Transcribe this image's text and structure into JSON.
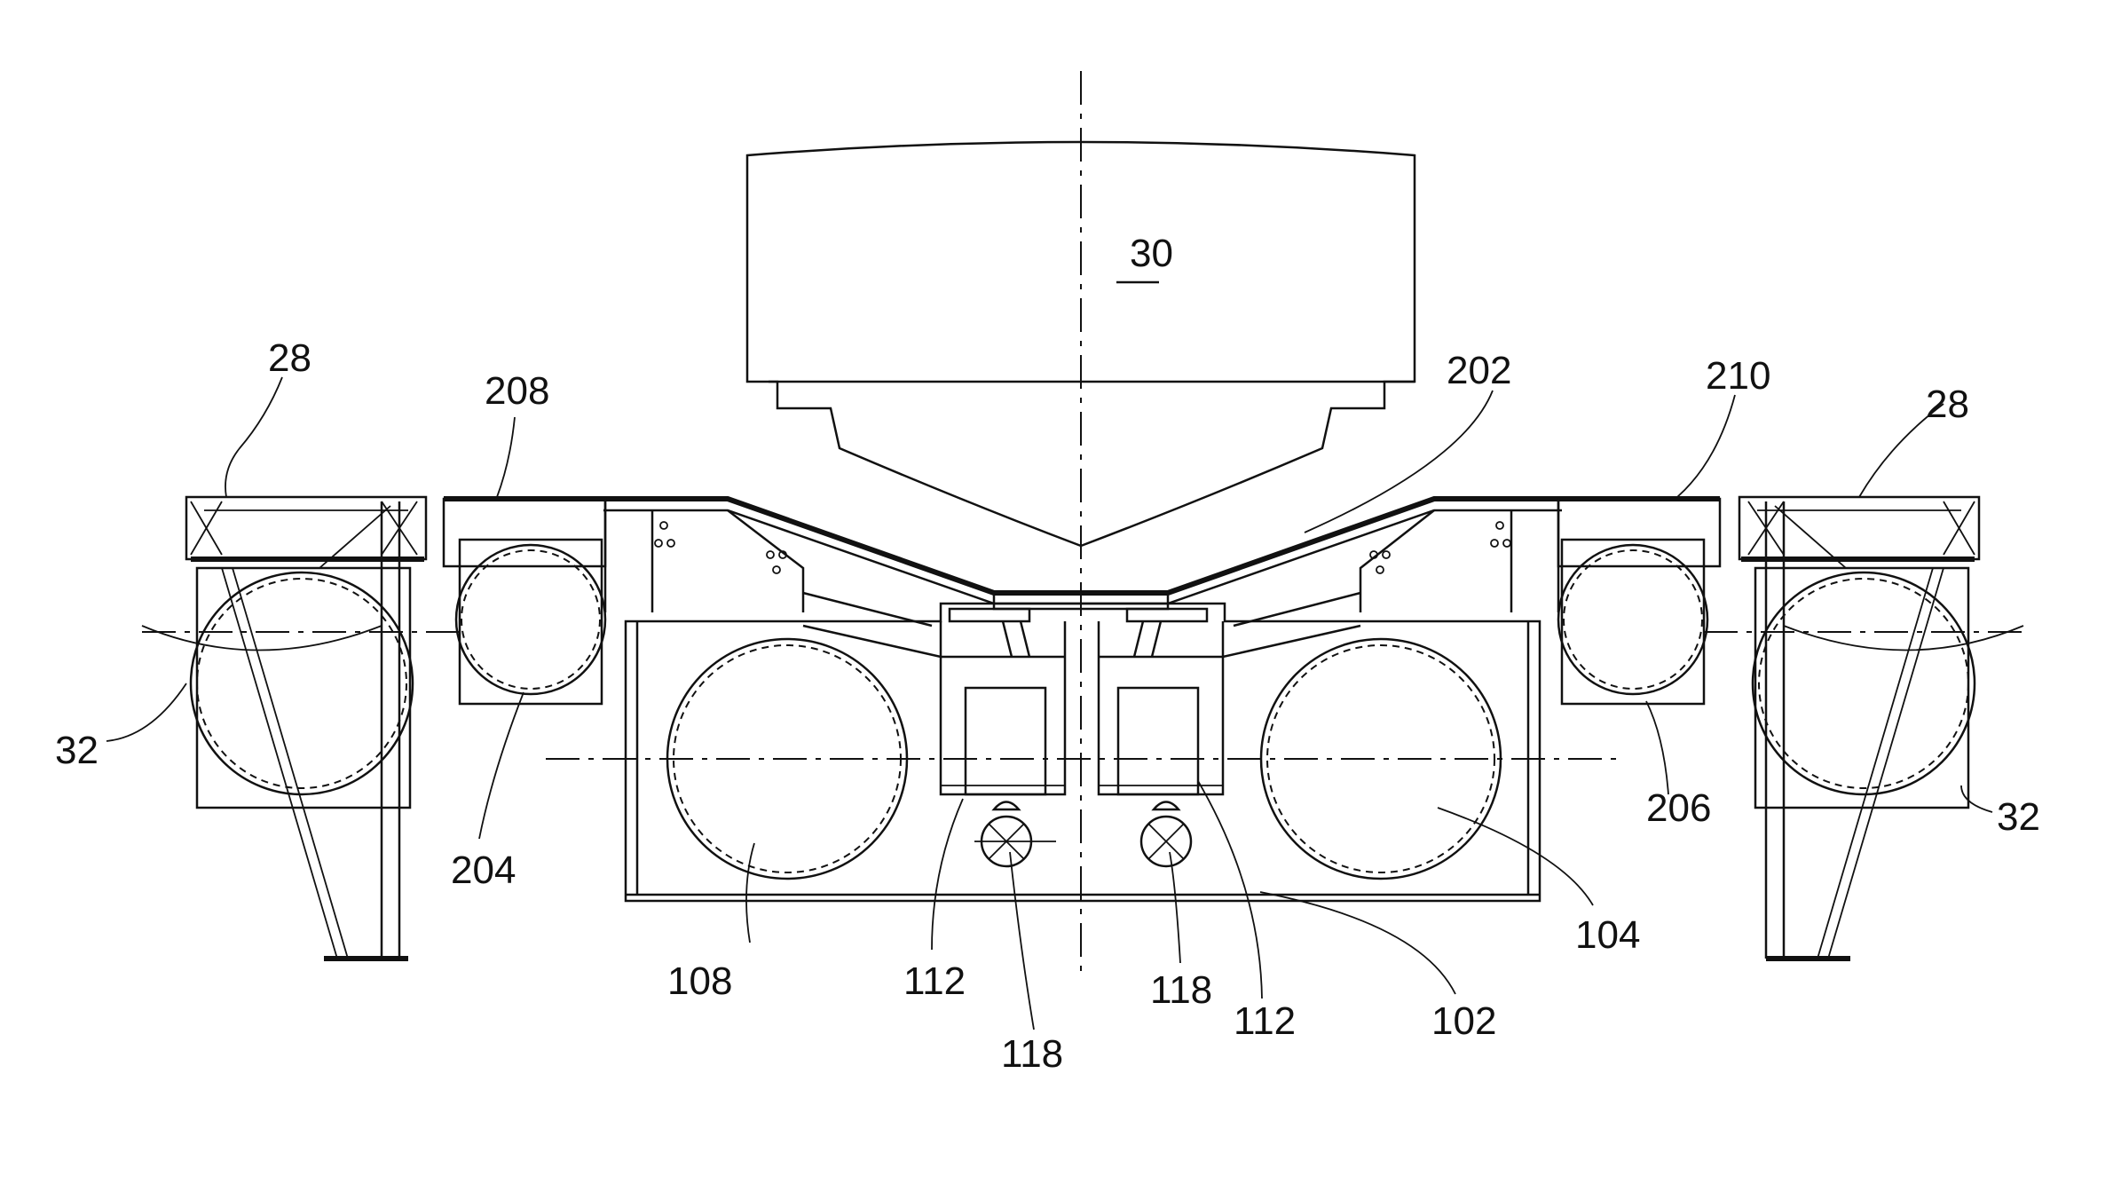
{
  "labels": {
    "ref_30": "30",
    "ref_28_left": "28",
    "ref_28_right": "28",
    "ref_208": "208",
    "ref_202": "202",
    "ref_210": "210",
    "ref_32_left": "32",
    "ref_32_right": "32",
    "ref_204": "204",
    "ref_206": "206",
    "ref_108": "108",
    "ref_112_left": "112",
    "ref_112_right": "112",
    "ref_118_left": "118",
    "ref_118_right": "118",
    "ref_102": "102",
    "ref_104": "104"
  }
}
